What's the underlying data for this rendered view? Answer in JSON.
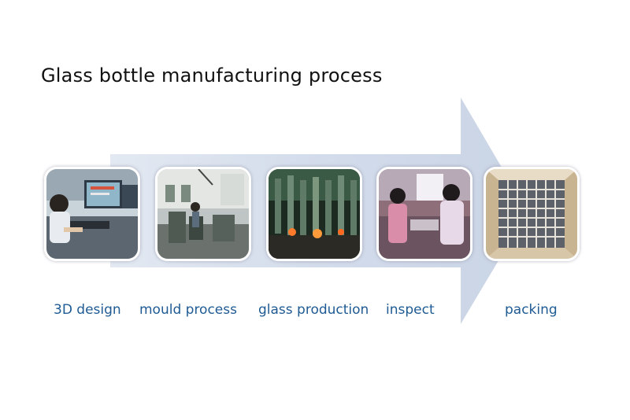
{
  "title": "Glass bottle manufacturing process",
  "colors": {
    "arrow": "#cdd7e6",
    "label": "#1f5a93",
    "title": "#111111"
  },
  "steps": [
    {
      "label": "3D design",
      "icon": "computer-workstation-photo"
    },
    {
      "label": "mould process",
      "icon": "mould-workshop-photo"
    },
    {
      "label": "glass production",
      "icon": "furnace-production-line-photo"
    },
    {
      "label": "inspect",
      "icon": "inspection-workers-photo"
    },
    {
      "label": "packing",
      "icon": "bottle-carton-photo"
    }
  ]
}
